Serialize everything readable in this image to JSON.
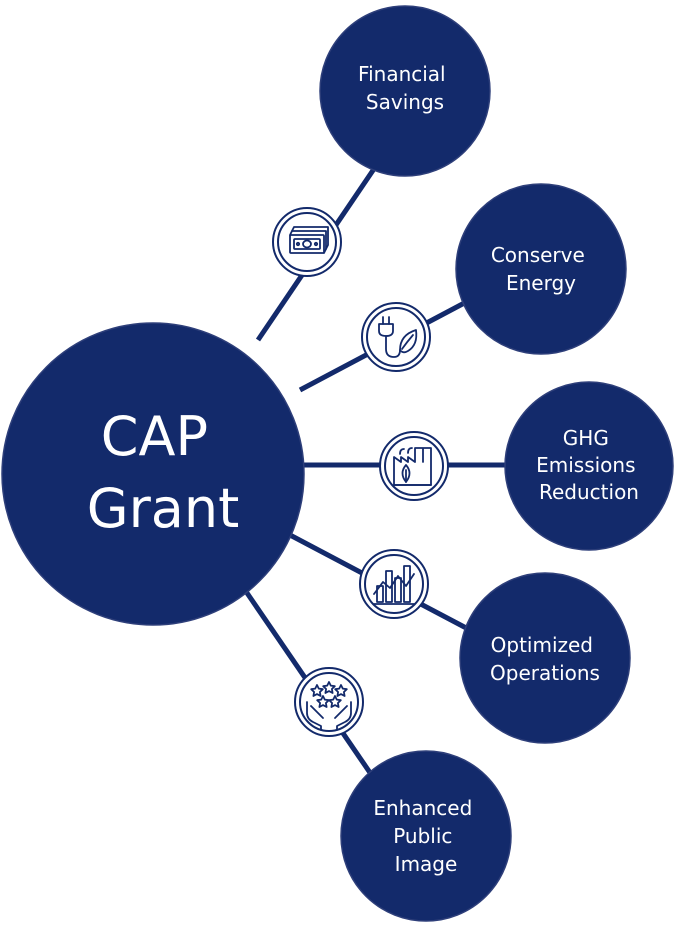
{
  "diagram": {
    "colors": {
      "node_fill": "#132A6B",
      "node_stroke": "#2E3F7A",
      "text": "#FFFFFF",
      "icon_ring_fill": "#FFFFFF",
      "icon_stroke": "#132A6B",
      "connector": "#132A6B"
    },
    "center": {
      "lines": [
        "CAP",
        "Grant"
      ]
    },
    "benefits": [
      {
        "lines": [
          "Financial",
          "Savings"
        ],
        "icon": "money-icon"
      },
      {
        "lines": [
          "Conserve",
          "Energy"
        ],
        "icon": "eco-plug-icon"
      },
      {
        "lines": [
          "GHG",
          "Emissions",
          "Reduction"
        ],
        "icon": "factory-icon"
      },
      {
        "lines": [
          "Optimized",
          "Operations"
        ],
        "icon": "bar-chart-icon"
      },
      {
        "lines": [
          "Enhanced",
          "Public",
          "Image"
        ],
        "icon": "hands-stars-icon"
      }
    ]
  }
}
